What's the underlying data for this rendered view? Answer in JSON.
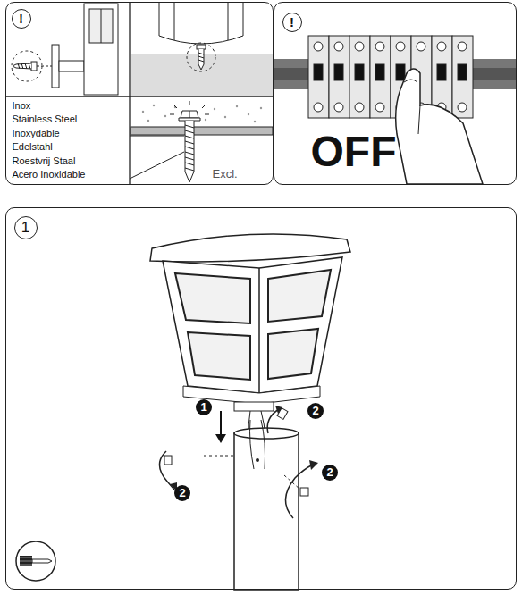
{
  "diagram": {
    "nodes": [
      {
        "text": [
          "!",
          "Inox",
          "Stainless Steel",
          "Inoxydable",
          "Edelstahl",
          "Roestvrij Staal",
          "Acero Inoxidable",
          "Excl."
        ]
      },
      {
        "text": [
          "!",
          "OFF"
        ]
      },
      {
        "text": [
          "1"
        ]
      }
    ],
    "edges": [],
    "labels": [
      "1",
      "2",
      "2",
      "2"
    ]
  }
}
